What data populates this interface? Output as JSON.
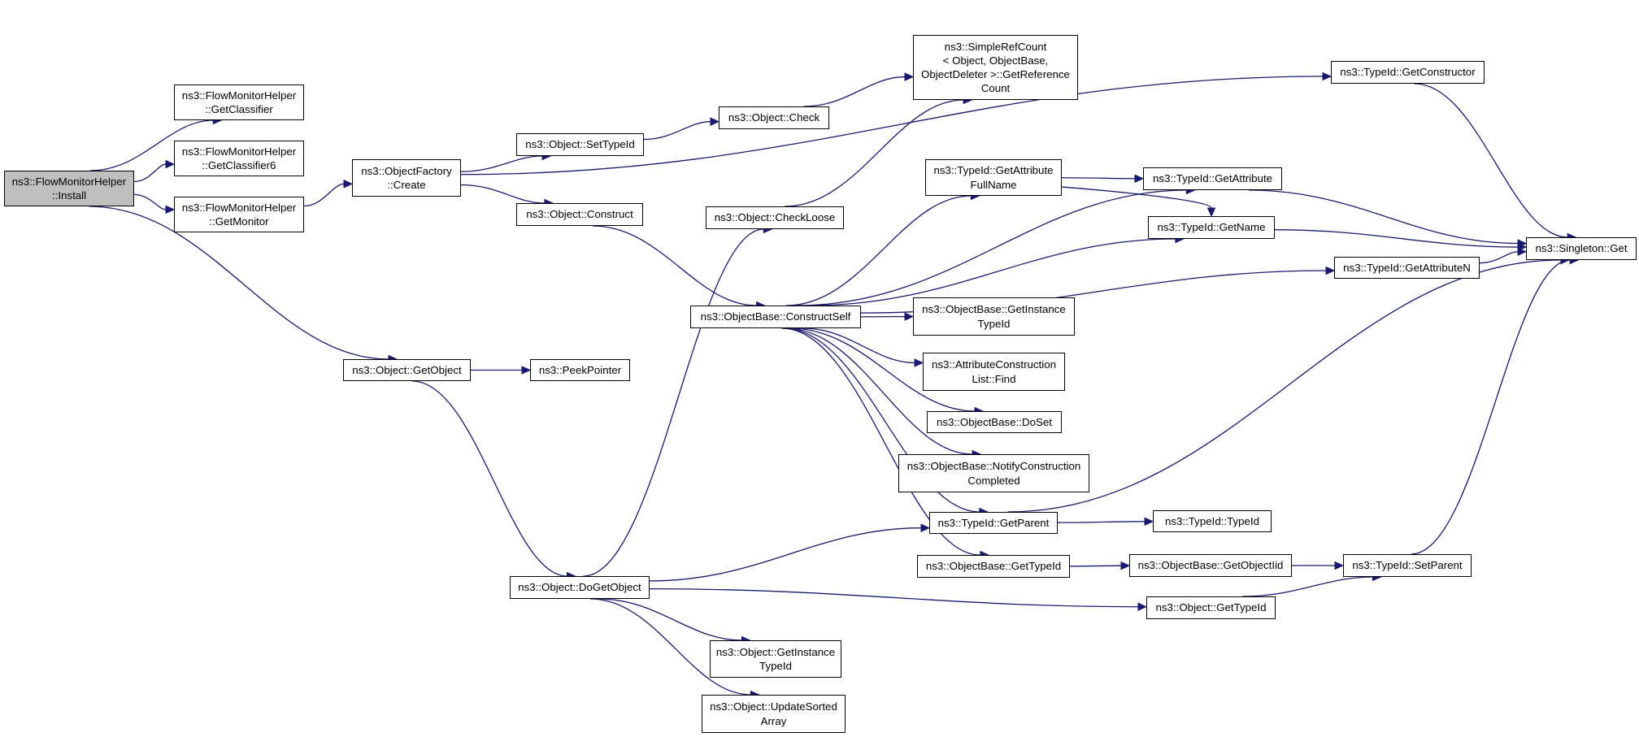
{
  "colors": {
    "edge": "#191970",
    "root_fill": "#bfbfbf",
    "node_fill": "#ffffff",
    "node_border": "#000000"
  },
  "nodes": [
    {
      "id": "install",
      "lines": [
        "ns3::FlowMonitorHelper",
        "::Install"
      ],
      "root": true
    },
    {
      "id": "getclassifier",
      "lines": [
        "ns3::FlowMonitorHelper",
        "::GetClassifier"
      ]
    },
    {
      "id": "getclassifier6",
      "lines": [
        "ns3::FlowMonitorHelper",
        "::GetClassifier6"
      ]
    },
    {
      "id": "getmonitor",
      "lines": [
        "ns3::FlowMonitorHelper",
        "::GetMonitor"
      ]
    },
    {
      "id": "getobject",
      "lines": [
        "ns3::Object::GetObject"
      ]
    },
    {
      "id": "factory_create",
      "lines": [
        "ns3::ObjectFactory",
        "::Create"
      ]
    },
    {
      "id": "settypeid",
      "lines": [
        "ns3::Object::SetTypeId"
      ]
    },
    {
      "id": "construct",
      "lines": [
        "ns3::Object::Construct"
      ]
    },
    {
      "id": "peekpointer",
      "lines": [
        "ns3::PeekPointer"
      ]
    },
    {
      "id": "dogetobject",
      "lines": [
        "ns3::Object::DoGetObject"
      ]
    },
    {
      "id": "check",
      "lines": [
        "ns3::Object::Check"
      ]
    },
    {
      "id": "checkloose",
      "lines": [
        "ns3::Object::CheckLoose"
      ]
    },
    {
      "id": "constructself",
      "lines": [
        "ns3::ObjectBase::ConstructSelf"
      ]
    },
    {
      "id": "getinstancetypeid_obj",
      "lines": [
        "ns3::Object::GetInstance",
        "TypeId"
      ]
    },
    {
      "id": "updatesorted",
      "lines": [
        "ns3::Object::UpdateSorted",
        "Array"
      ]
    },
    {
      "id": "simplerefcount",
      "lines": [
        "ns3::SimpleRefCount",
        "< Object, ObjectBase,",
        "ObjectDeleter >::GetReference",
        "Count"
      ]
    },
    {
      "id": "getattributefullname",
      "lines": [
        "ns3::TypeId::GetAttribute",
        "FullName"
      ]
    },
    {
      "id": "ob_getinstancetypeid",
      "lines": [
        "ns3::ObjectBase::GetInstance",
        "TypeId"
      ]
    },
    {
      "id": "attrconstruction_find",
      "lines": [
        "ns3::AttributeConstruction",
        "List::Find"
      ]
    },
    {
      "id": "doset",
      "lines": [
        "ns3::ObjectBase::DoSet"
      ]
    },
    {
      "id": "notifyconstruction",
      "lines": [
        "ns3::ObjectBase::NotifyConstruction",
        "Completed"
      ]
    },
    {
      "id": "getparent",
      "lines": [
        "ns3::TypeId::GetParent"
      ]
    },
    {
      "id": "ob_gettypeid",
      "lines": [
        "ns3::ObjectBase::GetTypeId"
      ]
    },
    {
      "id": "getattribute",
      "lines": [
        "ns3::TypeId::GetAttribute"
      ]
    },
    {
      "id": "getname",
      "lines": [
        "ns3::TypeId::GetName"
      ]
    },
    {
      "id": "getattributen",
      "lines": [
        "ns3::TypeId::GetAttributeN"
      ]
    },
    {
      "id": "typeid_ctor",
      "lines": [
        "ns3::TypeId::TypeId"
      ]
    },
    {
      "id": "getobjectiid",
      "lines": [
        "ns3::ObjectBase::GetObjectIid"
      ]
    },
    {
      "id": "obj_gettypeid",
      "lines": [
        "ns3::Object::GetTypeId"
      ]
    },
    {
      "id": "getconstructor",
      "lines": [
        "ns3::TypeId::GetConstructor"
      ]
    },
    {
      "id": "setparent",
      "lines": [
        "ns3::TypeId::SetParent"
      ]
    },
    {
      "id": "singleton_get",
      "lines": [
        "ns3::Singleton::Get"
      ]
    }
  ],
  "edges": [
    [
      "install",
      "getclassifier"
    ],
    [
      "install",
      "getclassifier6"
    ],
    [
      "install",
      "getmonitor"
    ],
    [
      "install",
      "getobject"
    ],
    [
      "getmonitor",
      "factory_create"
    ],
    [
      "factory_create",
      "settypeid"
    ],
    [
      "factory_create",
      "construct"
    ],
    [
      "factory_create",
      "getconstructor"
    ],
    [
      "settypeid",
      "check"
    ],
    [
      "check",
      "simplerefcount"
    ],
    [
      "checkloose",
      "simplerefcount"
    ],
    [
      "construct",
      "constructself"
    ],
    [
      "getobject",
      "peekpointer"
    ],
    [
      "getobject",
      "dogetobject"
    ],
    [
      "dogetobject",
      "checkloose"
    ],
    [
      "dogetobject",
      "getparent"
    ],
    [
      "dogetobject",
      "obj_gettypeid"
    ],
    [
      "dogetobject",
      "getinstancetypeid_obj"
    ],
    [
      "dogetobject",
      "updatesorted"
    ],
    [
      "constructself",
      "getattributefullname"
    ],
    [
      "constructself",
      "getattribute"
    ],
    [
      "constructself",
      "getname"
    ],
    [
      "constructself",
      "getattributen"
    ],
    [
      "constructself",
      "ob_getinstancetypeid"
    ],
    [
      "constructself",
      "attrconstruction_find"
    ],
    [
      "constructself",
      "doset"
    ],
    [
      "constructself",
      "notifyconstruction"
    ],
    [
      "constructself",
      "getparent"
    ],
    [
      "constructself",
      "ob_gettypeid"
    ],
    [
      "getattributefullname",
      "getattribute"
    ],
    [
      "getattributefullname",
      "getname"
    ],
    [
      "getattribute",
      "singleton_get"
    ],
    [
      "getname",
      "singleton_get"
    ],
    [
      "getattributen",
      "singleton_get"
    ],
    [
      "getparent",
      "singleton_get"
    ],
    [
      "getparent",
      "typeid_ctor"
    ],
    [
      "ob_gettypeid",
      "getobjectiid"
    ],
    [
      "getobjectiid",
      "setparent"
    ],
    [
      "obj_gettypeid",
      "setparent"
    ],
    [
      "setparent",
      "singleton_get"
    ],
    [
      "getconstructor",
      "singleton_get"
    ]
  ]
}
